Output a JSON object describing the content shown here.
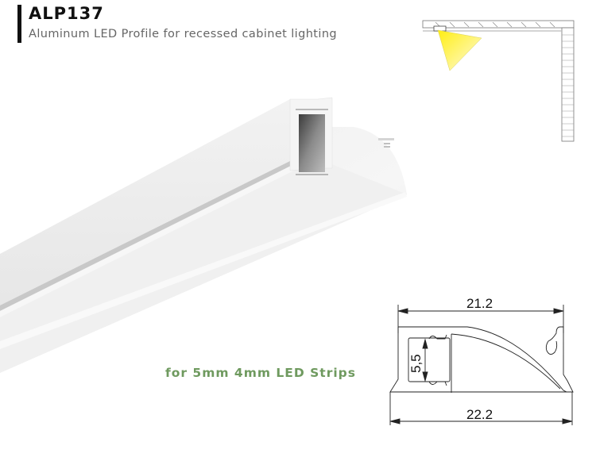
{
  "header": {
    "title": "ALP137",
    "subtitle": "Aluminum LED Profile for recessed cabinet lighting"
  },
  "tagline": "for 5mm 4mm LED Strips",
  "installation_diagram": {
    "description": "Cabinet corner cross-section with recessed profile and light beam",
    "beam_color": "#ffee33"
  },
  "cross_section": {
    "top_width": "21.2",
    "bottom_width": "22.2",
    "channel_height": "5,5"
  },
  "colors": {
    "tagline": "#6f9a5f",
    "title": "#111111",
    "subtitle": "#666666"
  }
}
